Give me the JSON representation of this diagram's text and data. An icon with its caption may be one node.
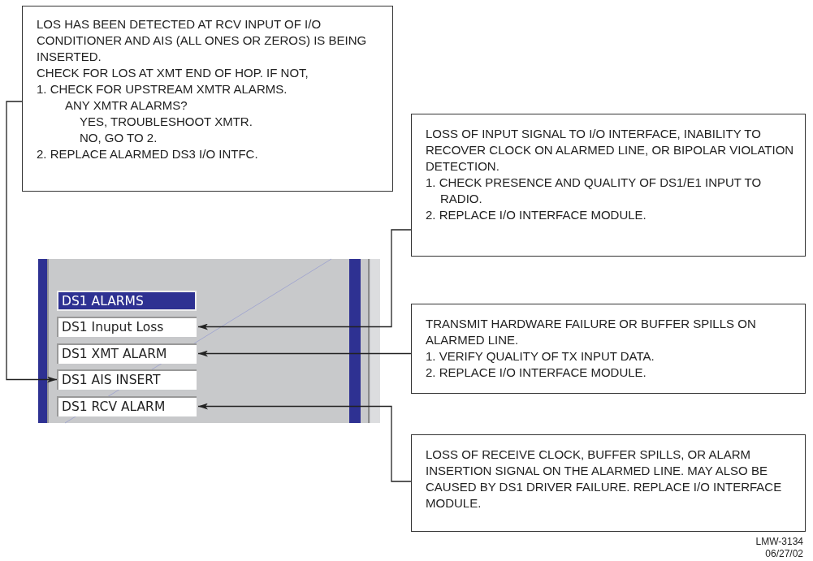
{
  "diagram": {
    "nodes": [
      {
        "text": [
          "LOS HAS BEEN DETECTED AT RCV INPUT OF I/O CONDITIONER AND AIS (ALL ONES OR ZEROS) IS BEING INSERTED.",
          "CHECK FOR LOS AT XMT END OF HOP. IF NOT,",
          "1. CHECK FOR UPSTREAM XMTR ALARMS.",
          "ANY XMTR ALARMS?",
          "YES, TROUBLESHOOT XMTR.",
          "NO, GO TO 2.",
          "2. REPLACE ALARMED DS3 I/O INTFC."
        ]
      },
      {
        "text": [
          "LOSS OF INPUT SIGNAL TO I/O INTERFACE, INABILITY TO RECOVER CLOCK ON ALARMED LINE, OR BIPOLAR VIOLATION DETECTION.",
          "1. CHECK PRESENCE AND QUALITY OF DS1/E1 INPUT TO RADIO.",
          "2. REPLACE I/O INTERFACE MODULE."
        ]
      },
      {
        "text": [
          "DS1 ALARMS"
        ]
      },
      {
        "text": [
          "DS1 Inuput Loss"
        ]
      },
      {
        "text": [
          "DS1 XMT ALARM"
        ]
      },
      {
        "text": [
          "DS1 AIS INSERT"
        ]
      },
      {
        "text": [
          "DS1 RCV ALARM"
        ]
      },
      {
        "text": [
          "TRANSMIT HARDWARE FAILURE OR BUFFER SPILLS ON ALARMED LINE.",
          "1. VERIFY QUALITY OF TX INPUT DATA.",
          "2. REPLACE I/O INTERFACE MODULE."
        ]
      },
      {
        "text": [
          "LOSS OF RECEIVE CLOCK, BUFFER SPILLS, OR ALARM INSERTION SIGNAL ON THE ALARMED LINE. MAY ALSO BE CAUSED BY DS1 DRIVER FAILURE. REPLACE I/O INTERFACE MODULE."
        ]
      }
    ],
    "edges": [
      {
        "from": 0,
        "to": 5,
        "arrow": "to"
      },
      {
        "from": 1,
        "to": 3,
        "arrow": "to"
      },
      {
        "from": 7,
        "to": 4,
        "arrow": "to"
      },
      {
        "from": 8,
        "to": 6,
        "arrow": "to"
      }
    ],
    "labels": [
      "LMW-3134",
      "06/27/02"
    ]
  }
}
